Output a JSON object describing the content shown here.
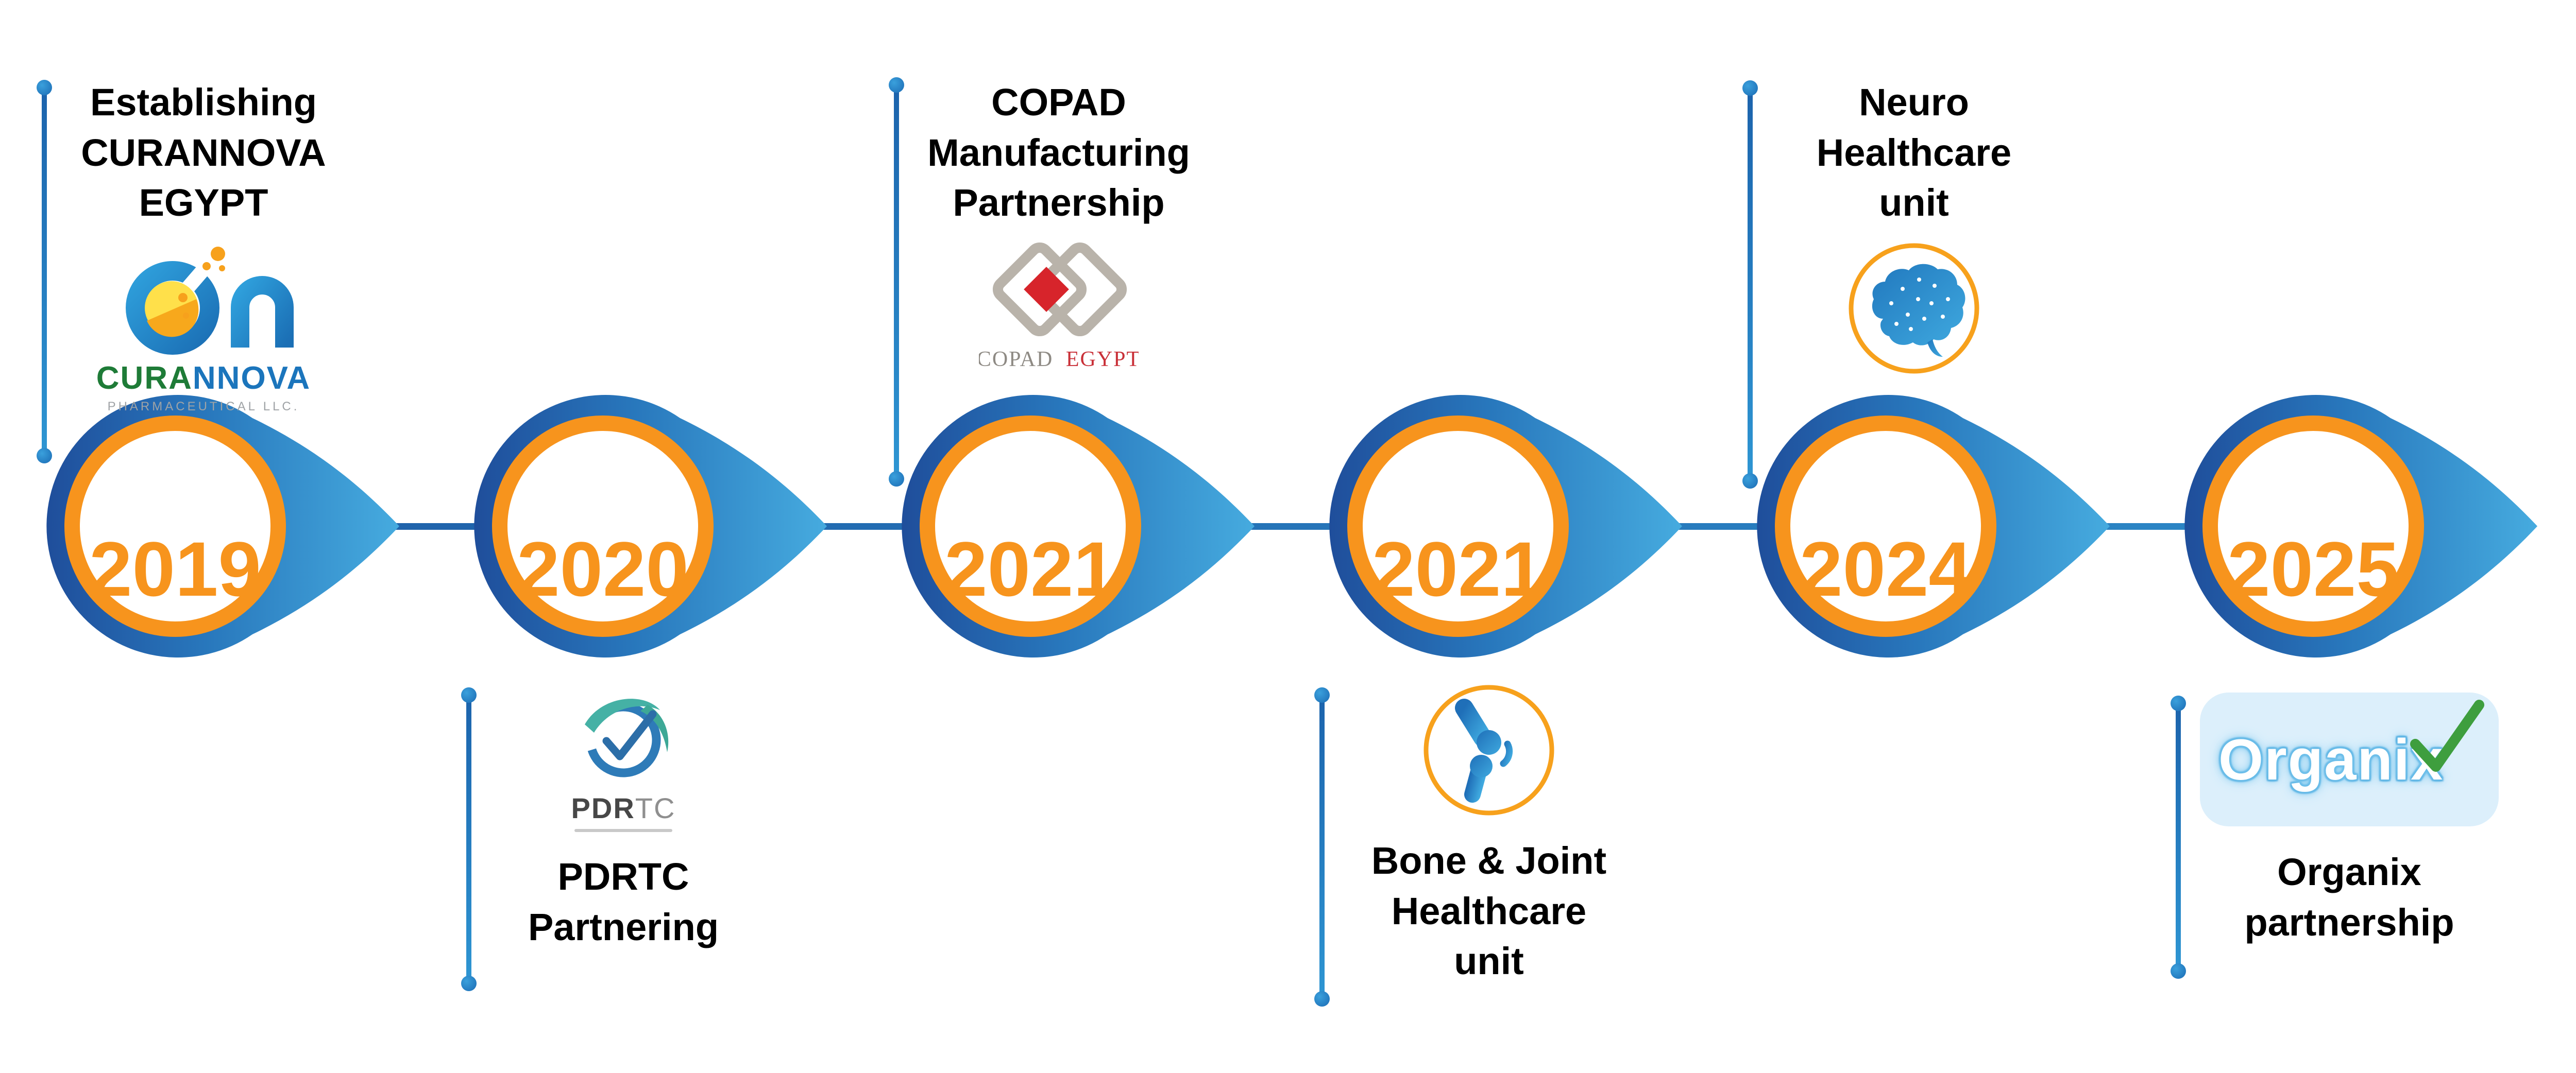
{
  "colors": {
    "orange": "#F7941D",
    "navy": "#1F4E9B",
    "light_blue": "#46ABDF",
    "line_blue": "#1E5FA8",
    "curannova_green": "#1E7B37",
    "curannova_blue": "#1B75BC",
    "copad_gray": "#8E8A84",
    "copad_red": "#D7242B",
    "organix_green": "#3E9E3E",
    "black": "#000000"
  },
  "milestones": [
    {
      "year": "2019",
      "side": "top",
      "lines": [
        "Establishing",
        "CURANNOVA",
        "EGYPT"
      ],
      "logo": {
        "type": "curannova",
        "word_primary": "CURA",
        "word_secondary": "NNOVA",
        "subtitle": "PHARMACEUTICAL LLC."
      }
    },
    {
      "year": "2020",
      "side": "bottom",
      "lines": [
        "PDRTC",
        "Partnering"
      ],
      "logo": {
        "type": "pdrtc",
        "word_bold": "PDR",
        "word_light": "TC"
      }
    },
    {
      "year": "2021",
      "side": "top",
      "lines": [
        "COPAD",
        "Manufacturing",
        "Partnership"
      ],
      "logo": {
        "type": "copad",
        "word_primary": "COPAD",
        "word_secondary": "EGYPT"
      }
    },
    {
      "year": "2021",
      "side": "bottom",
      "lines": [
        "Bone & Joint",
        "Healthcare",
        "unit"
      ],
      "icon": "bone-joint-icon"
    },
    {
      "year": "2024",
      "side": "top",
      "lines": [
        "Neuro",
        "Healthcare",
        "unit"
      ],
      "icon": "brain-icon"
    },
    {
      "year": "2025",
      "side": "bottom",
      "lines": [
        "Organix",
        "partnership"
      ],
      "logo": {
        "type": "organix",
        "word": "Organix"
      }
    }
  ]
}
